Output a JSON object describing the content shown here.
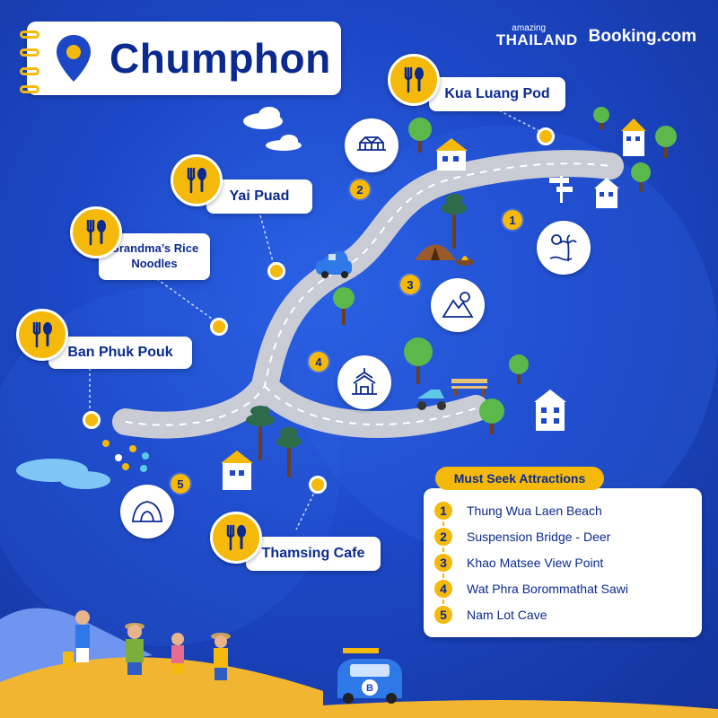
{
  "title": "Chumphon",
  "logos": {
    "thailand_small": "amazing",
    "thailand_big": "THAILAND",
    "booking": "Booking.com"
  },
  "restaurants": [
    {
      "name": "Kua Luang Pod"
    },
    {
      "name": "Yai Puad"
    },
    {
      "name": "Grandma’s Rice Noodles"
    },
    {
      "name": "Ban Phuk Pouk"
    },
    {
      "name": "Thamsing Cafe"
    }
  ],
  "attraction_markers": [
    "1",
    "2",
    "3",
    "4",
    "5"
  ],
  "legend": {
    "heading": "Must Seek Attractions",
    "items": [
      {
        "num": "1",
        "label": "Thung Wua Laen Beach"
      },
      {
        "num": "2",
        "label": "Suspension Bridge - Deer"
      },
      {
        "num": "3",
        "label": "Khao Matsee View Point"
      },
      {
        "num": "4",
        "label": "Wat Phra Borommathat Sawi"
      },
      {
        "num": "5",
        "label": "Nam Lot Cave"
      }
    ]
  },
  "icons": {
    "location": "map-pin-icon",
    "food": "fork-spoon-icon",
    "beach": "palm-tree-icon",
    "bridge": "bridge-icon",
    "viewpoint": "mountain-sun-icon",
    "temple": "temple-icon",
    "cave": "cave-icon"
  },
  "colors": {
    "background": "#1c47c6",
    "accent": "#f5b90c",
    "text": "#0b2a8f",
    "road": "#d0d3da"
  }
}
